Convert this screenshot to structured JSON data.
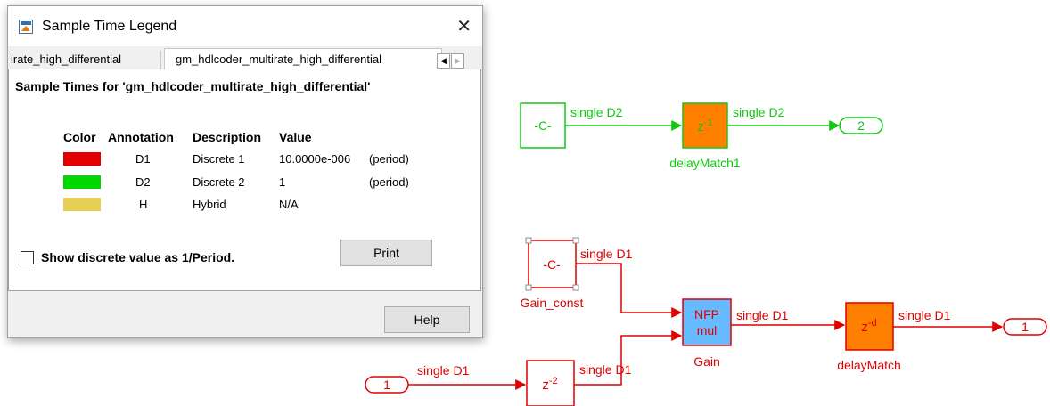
{
  "dialog": {
    "title": "Sample Time Legend",
    "close_glyph": "✕",
    "tabs": [
      {
        "label": "irate_high_differential"
      },
      {
        "label": "gm_hdlcoder_multirate_high_differential"
      }
    ],
    "heading": "Sample Times for 'gm_hdlcoder_multirate_high_differential'",
    "table": {
      "headers": [
        "Color",
        "Annotation",
        "Description",
        "Value"
      ],
      "rows": [
        {
          "color": "#e50000",
          "annotation": "D1",
          "description": "Discrete 1",
          "value": "10.0000e-006",
          "note": "(period)"
        },
        {
          "color": "#00d800",
          "annotation": "D2",
          "description": "Discrete 2",
          "value": "1",
          "note": "(period)"
        },
        {
          "color": "#e6cf50",
          "annotation": "H",
          "description": "Hybrid",
          "value": "N/A",
          "note": ""
        }
      ]
    },
    "checkbox": {
      "label": "Show discrete value as 1/Period.",
      "checked": false
    },
    "print_label": "Print",
    "help_label": "Help"
  },
  "diagram": {
    "colors": {
      "d1": "#e00000",
      "d2": "#11c811",
      "block_fill": "#ffffff",
      "orange": "#ff8000",
      "nfp": "#66bbff"
    },
    "green": {
      "const_block": "-C-",
      "signal_in": "single D2",
      "delay_block": "z-1",
      "delay_name": "delayMatch1",
      "signal_out": "single D2",
      "outport": "2"
    },
    "red": {
      "const_block": "-C-",
      "const_name": "Gain_const",
      "const_signal": "single D1",
      "inport": "1",
      "in_signal": "single D1",
      "z2_block": "z-2",
      "z2_signal": "single D1",
      "gain_line1": "NFP",
      "gain_line2": "mul",
      "gain_name": "Gain",
      "gain_signal": "single D1",
      "delay_block": "z-d",
      "delay_name": "delayMatch",
      "delay_signal": "single D1",
      "outport": "1"
    }
  }
}
